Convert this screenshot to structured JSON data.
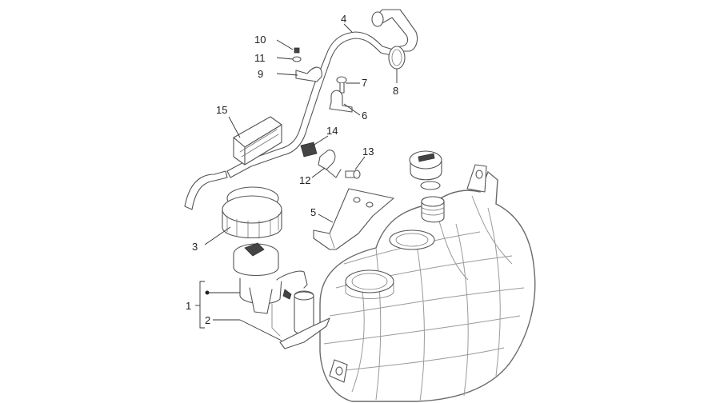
{
  "callouts": [
    {
      "id": "1",
      "label": "1"
    },
    {
      "id": "2",
      "label": "2"
    },
    {
      "id": "3",
      "label": "3"
    },
    {
      "id": "4",
      "label": "4"
    },
    {
      "id": "5",
      "label": "5"
    },
    {
      "id": "6",
      "label": "6"
    },
    {
      "id": "7",
      "label": "7"
    },
    {
      "id": "8",
      "label": "8"
    },
    {
      "id": "9",
      "label": "9"
    },
    {
      "id": "10",
      "label": "10"
    },
    {
      "id": "11",
      "label": "11"
    },
    {
      "id": "12",
      "label": "12"
    },
    {
      "id": "13",
      "label": "13"
    },
    {
      "id": "14",
      "label": "14"
    },
    {
      "id": "15",
      "label": "15"
    }
  ],
  "colors": {
    "line": "#555555",
    "text": "#222222",
    "background": "#ffffff"
  }
}
